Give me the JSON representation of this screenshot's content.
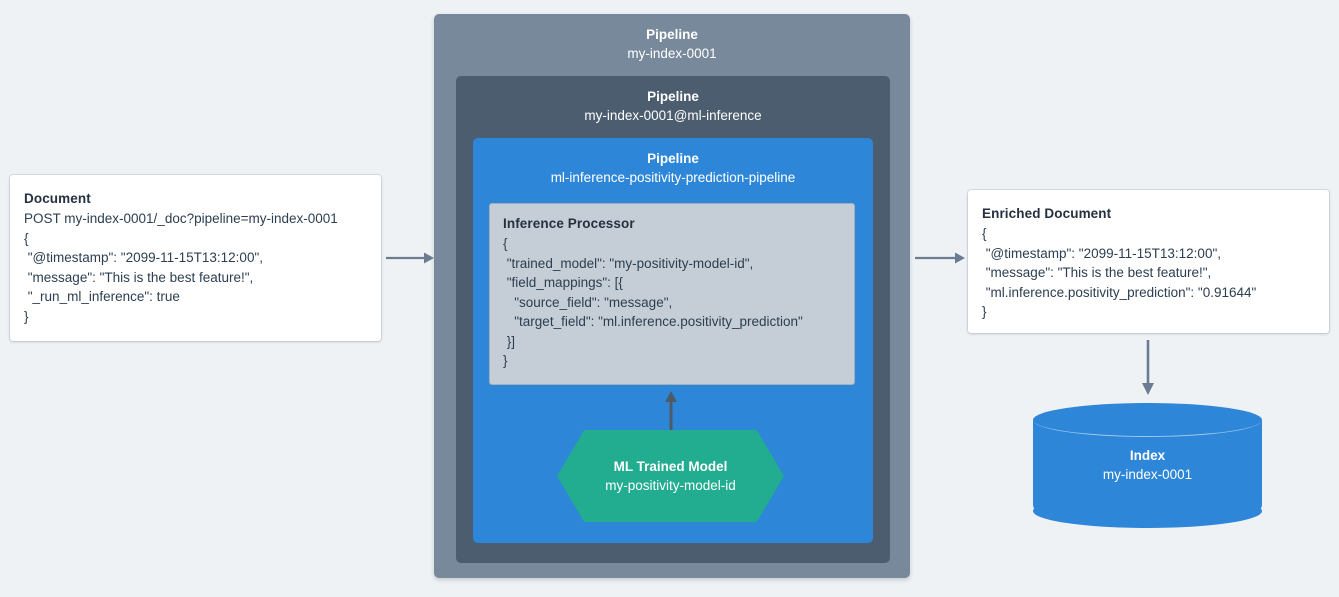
{
  "diagram": {
    "title": "Elasticsearch ML inference pipeline flow",
    "background_color": "#eff2f5"
  },
  "source_document": {
    "title": "Document",
    "lines": [
      "POST my-index-0001/_doc?pipeline=my-index-0001",
      "{",
      " \"@timestamp\": \"2099-11-15T13:12:00\",",
      " \"message\": \"This is the best feature!\",",
      " \"_run_ml_inference\": true",
      "}"
    ]
  },
  "pipelines": {
    "outer": {
      "label": "Pipeline",
      "name": "my-index-0001",
      "color": "#78899b"
    },
    "middle": {
      "label": "Pipeline",
      "name": "my-index-0001@ml-inference",
      "color": "#4b5d6e"
    },
    "inner": {
      "label": "Pipeline",
      "name": "ml-inference-positivity-prediction-pipeline",
      "color": "#2e86d9"
    }
  },
  "processor": {
    "title": "Inference Processor",
    "lines": [
      "{",
      " \"trained_model\": \"my-positivity-model-id\",",
      " \"field_mappings\": [{",
      "   \"source_field\": \"message\",",
      "   \"target_field\": \"ml.inference.positivity_prediction\"",
      " }]",
      "}"
    ],
    "background_color": "#c5ced6"
  },
  "trained_model": {
    "label": "ML Trained Model",
    "name": "my-positivity-model-id",
    "color": "#22ac90"
  },
  "enriched_document": {
    "title": "Enriched Document",
    "lines": [
      "{",
      " \"@timestamp\": \"2099-11-15T13:12:00\",",
      " \"message\": \"This is the best feature!\",",
      " \"ml.inference.positivity_prediction\": \"0.91644\"",
      "}"
    ]
  },
  "index": {
    "label": "Index",
    "name": "my-index-0001",
    "color": "#2e86d9"
  },
  "arrows": {
    "color": "#6b7c92",
    "model_to_processor_color": "#4d5a68",
    "items": [
      {
        "name": "document-to-pipeline",
        "direction": "right"
      },
      {
        "name": "pipeline-to-enriched-document",
        "direction": "right"
      },
      {
        "name": "trained-model-to-processor",
        "direction": "up"
      },
      {
        "name": "enriched-document-to-index",
        "direction": "down"
      }
    ]
  }
}
